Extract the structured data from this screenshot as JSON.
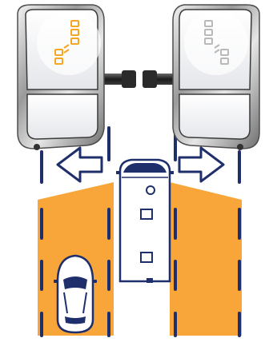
{
  "illustration": {
    "left_mirror": {
      "indicator_state": "active",
      "indicator_color": "#f5a623"
    },
    "right_mirror": {
      "indicator_state": "inactive",
      "indicator_color": "#b9b9b9"
    },
    "arrows": [
      "left",
      "right"
    ],
    "blind_zone_color": "#f8a53a",
    "lane_marker_color": "#1f2f6b",
    "vehicles": [
      {
        "type": "motorhome",
        "lane": "center"
      },
      {
        "type": "car",
        "lane": "left",
        "in_blind_zone": true
      }
    ]
  }
}
